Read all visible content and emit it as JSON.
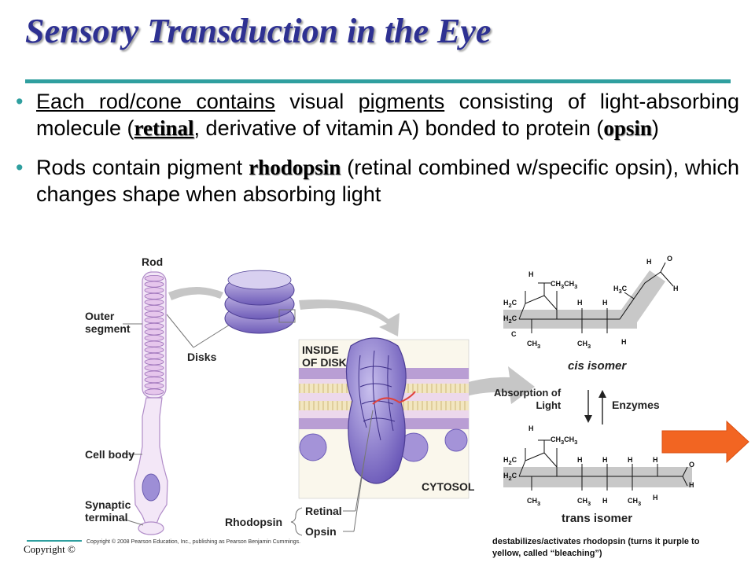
{
  "slide": {
    "title": "Sensory Transduction in the Eye",
    "bullet1": {
      "seg1": "Each rod/cone contains",
      "seg2": " visual ",
      "seg3": "pigments",
      "seg4": " consisting of light-absorbing molecule (",
      "seg5": "retinal",
      "seg6": ", derivative of vitamin A) bonded to protein (",
      "seg7": "opsin",
      "seg8": ")"
    },
    "bullet2": {
      "seg1": "Rods contain pigment ",
      "seg2": "rhodopsin",
      "seg3": " (retinal combined w/specific opsin), which changes shape when absorbing light"
    }
  },
  "figure": {
    "rod_label": "Rod",
    "outer_segment_label": "Outer\nsegment",
    "disks_label": "Disks",
    "cell_body_label": "Cell body",
    "synaptic_terminal_label": "Synaptic\nterminal",
    "inside_disk_label": "INSIDE\nOF DISK",
    "cytosol_label": "CYTOSOL",
    "rhodopsin_label": "Rhodopsin",
    "retinal_label": "Retinal",
    "opsin_label": "Opsin",
    "fig_copyright": "Copyright © 2008 Pearson Education, Inc., publishing as Pearson Benjamin Cummings."
  },
  "chemistry": {
    "cis_label": "cis isomer",
    "trans_label": "trans isomer",
    "absorption_label": "Absorption of\nLight",
    "enzymes_label": "Enzymes",
    "caption": "destabilizes/activates rhodopsin (turns it purple to yellow, called “bleaching”)"
  },
  "footer": {
    "copyright": "Copyright ©"
  },
  "colors": {
    "title": "#2e3192",
    "rule": "#2f9f9f",
    "rod": "#c9a6d8",
    "membrane": "#c8a4d8",
    "protein": "#8a78c8",
    "arrow": "#f26522"
  }
}
